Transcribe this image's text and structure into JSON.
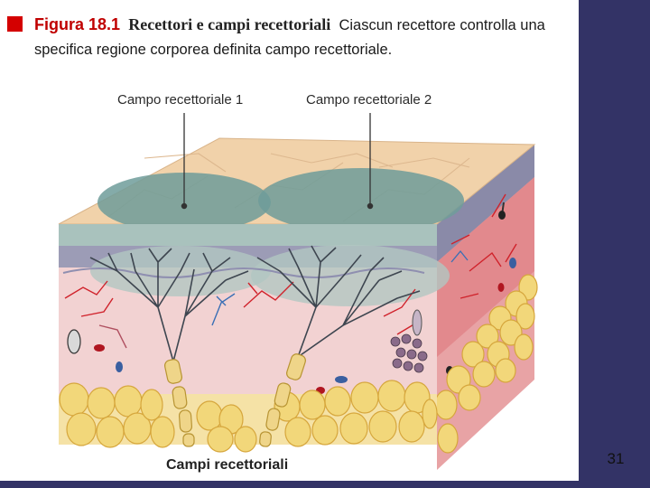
{
  "figure": {
    "number": "Figura 18.1",
    "title": "Recettori e campi recettoriali",
    "description": "Ciascun recettore controlla una specifica regione corporea definita campo recettoriale."
  },
  "labels": {
    "field1": "Campo recettoriale 1",
    "field2": "Campo recettoriale 2",
    "bottom": "Campi recettoriali"
  },
  "slide": {
    "number": "31"
  },
  "colors": {
    "sidebar": "#333366",
    "marker": "#d40000",
    "skin_top": "#f1d2aa",
    "field_overlay": "#6f9c9a",
    "dermis": "#f2d2d2",
    "fat": "#f2d77a",
    "nerve": "#3e4650",
    "axon_sheath": "#efd589"
  }
}
